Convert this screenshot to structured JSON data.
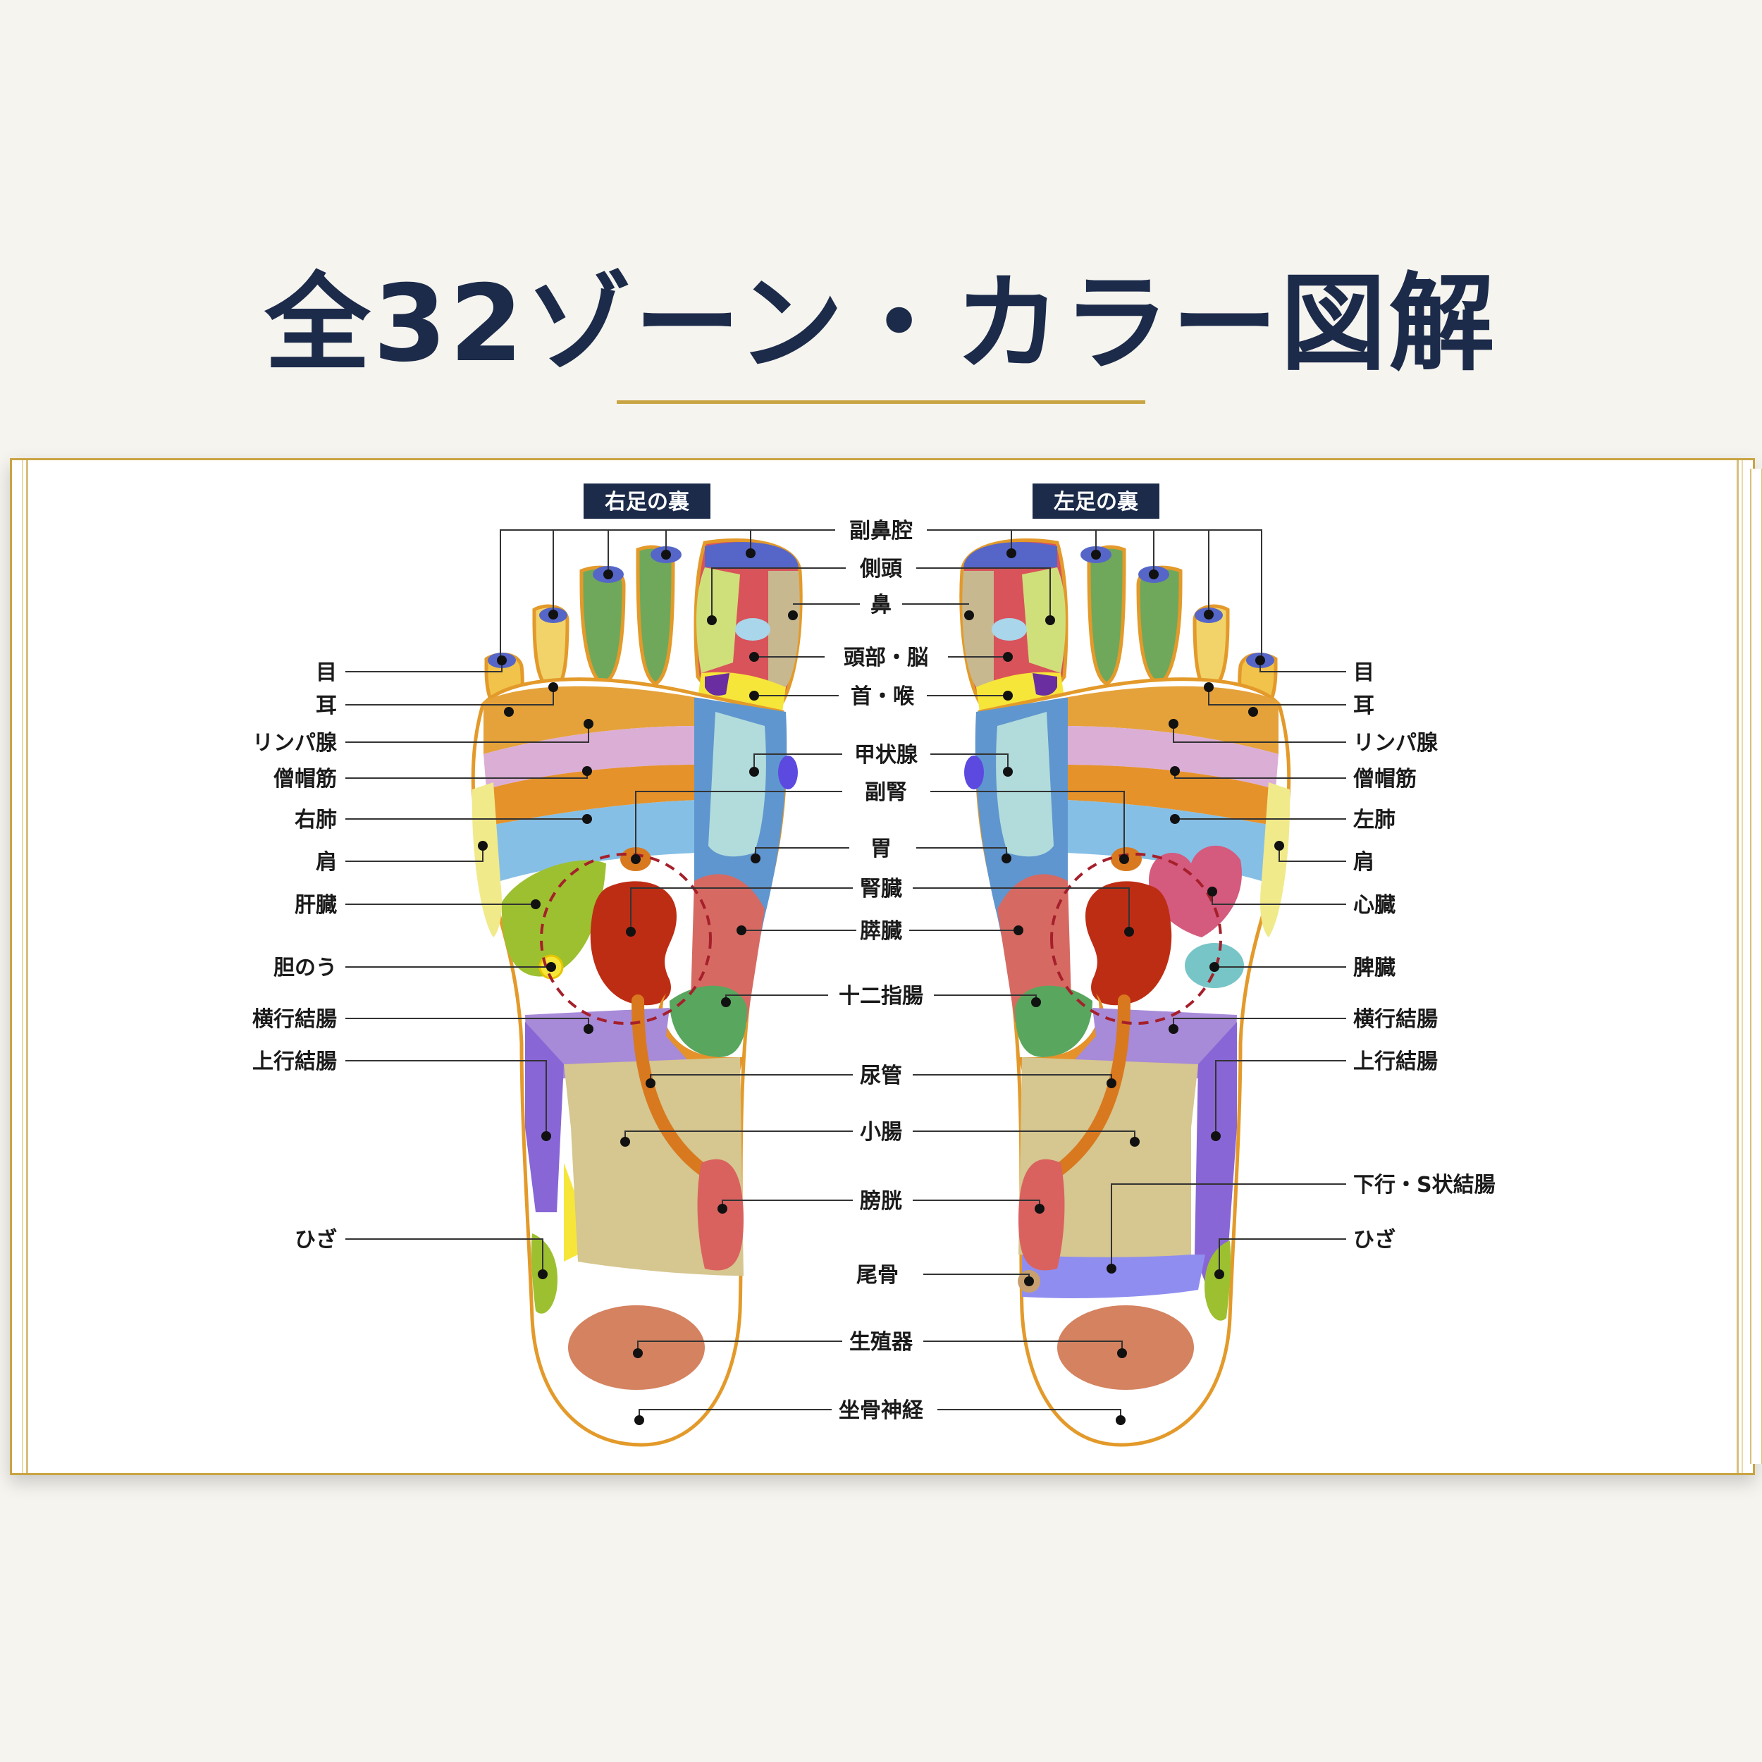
{
  "title": "全32ゾーン・カラー図解",
  "right_foot_header": "右足の裏",
  "left_foot_header": "左足の裏",
  "center_labels": [
    "副鼻腔",
    "側頭",
    "鼻",
    "頭部・脳",
    "首・喉",
    "甲状腺",
    "副腎",
    "胃",
    "腎臓",
    "膵臓",
    "十二指腸",
    "尿管",
    "小腸",
    "膀胱",
    "尾骨",
    "生殖器",
    "坐骨神経"
  ],
  "right_side_labels": [
    "目",
    "耳",
    "リンパ腺",
    "僧帽筋",
    "右肺",
    "肩",
    "肝臓",
    "胆のう",
    "横行結腸",
    "上行結腸",
    "ひざ"
  ],
  "left_side_labels": [
    "目",
    "耳",
    "リンパ腺",
    "僧帽筋",
    "左肺",
    "肩",
    "心臓",
    "脾臓",
    "横行結腸",
    "上行結腸",
    "下行・S状結腸",
    "ひざ"
  ],
  "colors": {
    "title": "#1c2b4a",
    "accent_gold": "#c9a443",
    "foot_outline": "#e39a2a",
    "toe_tip": "#5566c8",
    "head": "#d9535a",
    "neck": "#f6e63a",
    "lymph": "#dbaed6",
    "trapezius": "#e5922a",
    "lung": "#86bfe6",
    "stomach": "#5f96cf",
    "thyroid_zone": "#b2dcdc",
    "kidney": "#bd2d14",
    "liver": "#9dc030",
    "heart": "#d45a7e",
    "spleen": "#77c5c7",
    "intestine": "#d6c68f",
    "colon": "#8866d6",
    "bladder": "#d9625f",
    "genital": "#d48260"
  }
}
